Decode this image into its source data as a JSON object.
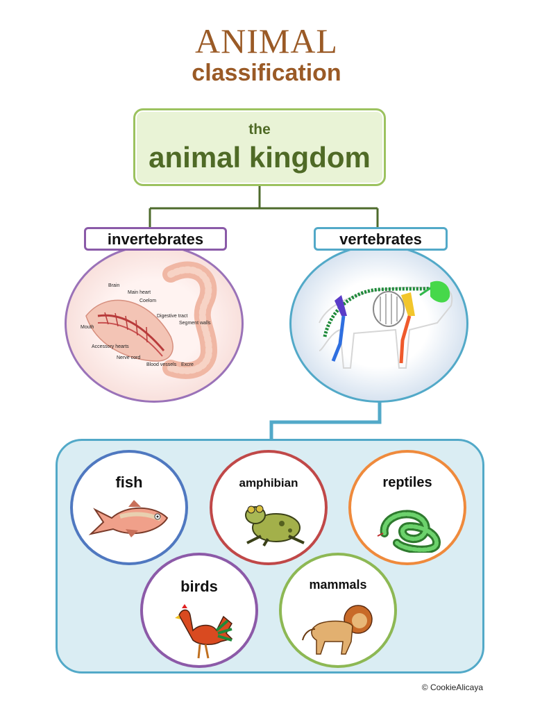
{
  "title": {
    "main": "ANIMAL",
    "sub": "classification"
  },
  "kingdom": {
    "prefix": "the",
    "name": "animal kingdom"
  },
  "branches": {
    "invertebrates": {
      "label": "invertebrates",
      "diagram_labels": [
        "Brain",
        "Main heart",
        "Coelom",
        "Digestive tract",
        "Segment walls",
        "Mouth",
        "Accessory hearts",
        "Nerve cord",
        "Blood vessels",
        "Excre"
      ]
    },
    "vertebrates": {
      "label": "vertebrates"
    }
  },
  "groups": {
    "fish": "fish",
    "amphibian": "amphibian",
    "reptiles": "reptiles",
    "birds": "birds",
    "mammals": "mammals"
  },
  "copyright": "© CookieAlicaya",
  "colors": {
    "title": "#9a5a26",
    "kingdom_border": "#9cc25f",
    "kingdom_fill": "#e9f3d6",
    "kingdom_text": "#4f6a26",
    "invertebrates_border": "#9a72b8",
    "vertebrates_border": "#52a9c8",
    "group_fill": "#daedf3",
    "fish_border": "#4f78c0",
    "amphibian_border": "#c04848",
    "reptiles_border": "#ef8a3c",
    "birds_border": "#8c5aa8",
    "mammals_border": "#8db854"
  },
  "icons": [
    "earthworm-anatomy-icon",
    "cat-skeleton-icon",
    "fish-icon",
    "frog-icon",
    "snake-icon",
    "rooster-icon",
    "lion-icon"
  ]
}
